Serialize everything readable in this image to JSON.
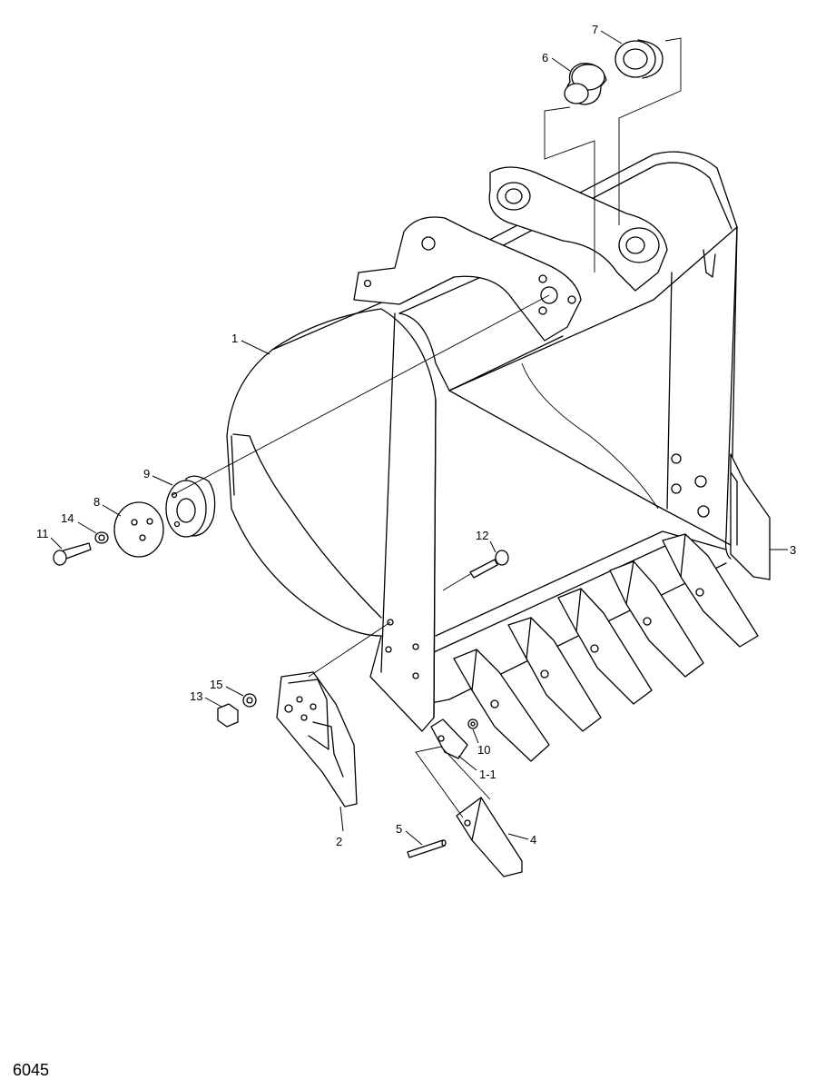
{
  "drawing_number": "6045",
  "parts": [
    {
      "id": "p1",
      "label": "1"
    },
    {
      "id": "p1-1",
      "label": "1-1"
    },
    {
      "id": "p2",
      "label": "2"
    },
    {
      "id": "p3",
      "label": "3"
    },
    {
      "id": "p4",
      "label": "4"
    },
    {
      "id": "p5",
      "label": "5"
    },
    {
      "id": "p6",
      "label": "6"
    },
    {
      "id": "p7",
      "label": "7"
    },
    {
      "id": "p8",
      "label": "8"
    },
    {
      "id": "p9",
      "label": "9"
    },
    {
      "id": "p10",
      "label": "10"
    },
    {
      "id": "p11",
      "label": "11"
    },
    {
      "id": "p12",
      "label": "12"
    },
    {
      "id": "p13",
      "label": "13"
    },
    {
      "id": "p14",
      "label": "14"
    },
    {
      "id": "p15",
      "label": "15"
    }
  ]
}
